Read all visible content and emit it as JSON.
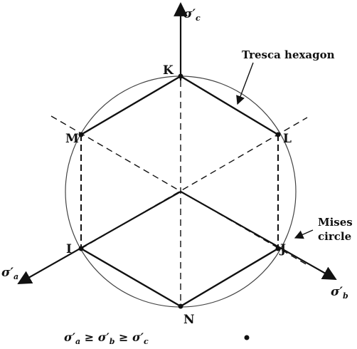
{
  "vertices": {
    "K": "K",
    "L": "L",
    "M": "M",
    "I": "I",
    "J": "J",
    "N": "N"
  },
  "annotations": {
    "tresca": "Tresca hexagon",
    "mises_line1": "Mises",
    "mises_line2": "circle"
  },
  "axes": {
    "a": {
      "symbol": "σ′",
      "sub": "a"
    },
    "b": {
      "symbol": "σ′",
      "sub": "b"
    },
    "c": {
      "symbol": "σ′",
      "sub": "c"
    }
  },
  "condition": {
    "s1": "σ′",
    "sub1": "a",
    "op1": " ≥ ",
    "s2": "σ′",
    "sub2": "b",
    "op2": " ≥ ",
    "s3": "σ′",
    "sub3": "c"
  },
  "colors": {
    "ink": "#111111",
    "circle": "#444444"
  }
}
